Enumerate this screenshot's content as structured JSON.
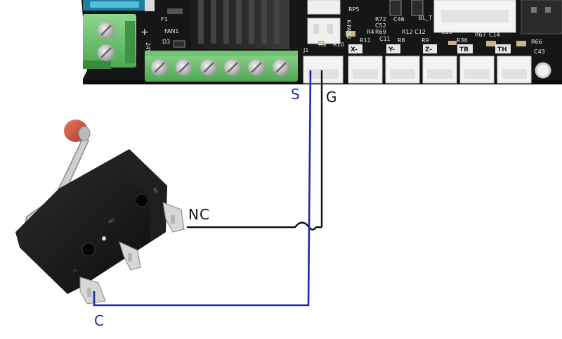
{
  "board": {
    "silkscreen": {
      "rp5": "RP5",
      "r72": "R72",
      "c52": "C52",
      "r69": "R69",
      "c46": "C46",
      "bl_t": "BL_T",
      "k_fan2": "K-FAN2",
      "r4": "R4",
      "c11": "C11",
      "r12": "R12",
      "c12": "C12",
      "c13": "C13",
      "r66": "R66",
      "r67": "R67",
      "c14": "C14",
      "c43": "C43",
      "j1": "J1",
      "r3": "R3",
      "r10": "R10",
      "r11": "R11",
      "r8": "R8",
      "r9": "R9",
      "r36": "R36",
      "d3": "D3",
      "fan1": "FAN1",
      "v24": "24V",
      "f1": "F1"
    },
    "connector_labels": [
      "X-",
      "Y-",
      "Z-",
      "TB",
      "TH"
    ]
  },
  "switch": {
    "body_text": "NO",
    "terminal_nc_mark": "NC",
    "terminal_c_mark": "C"
  },
  "wiring": {
    "signal_label": "S",
    "ground_label": "G",
    "nc_label": "NC",
    "common_label": "C",
    "signal_color": "#1f2aa6",
    "ground_color": "#111111"
  }
}
